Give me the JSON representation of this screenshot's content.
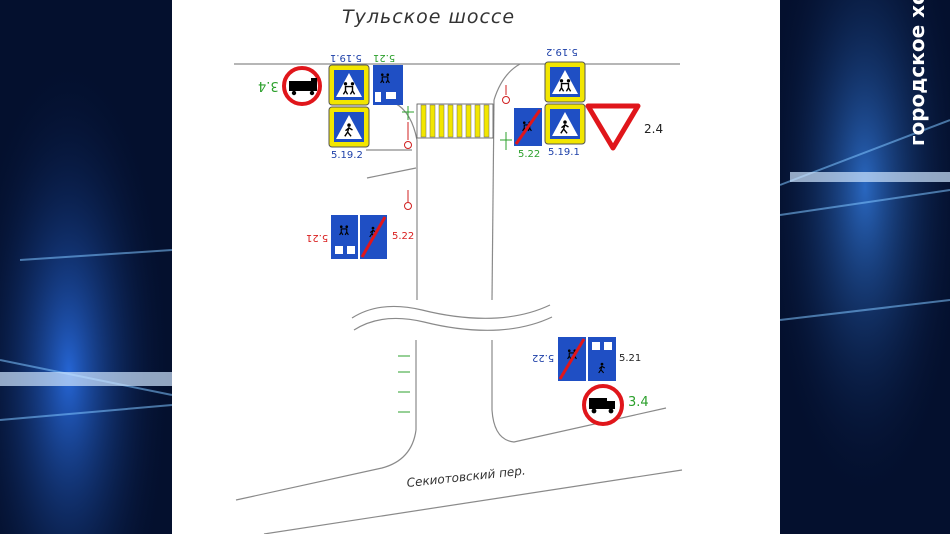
{
  "channel": {
    "name": "городское хозяйство Калуги"
  },
  "streets": {
    "top": "Тульское шоссе",
    "bottom": "Секиотовский пер."
  },
  "sign_labels": {
    "s5191_left": "5.19.1",
    "s521_left_top": "5.21",
    "s34_left": "3.4",
    "s5192_left": "5.19.2",
    "s5192_right": "5.19.2",
    "s5191_right": "5.19.1",
    "s522_right_top": "5.22",
    "s24": "2.4",
    "s521_mid": "5.21",
    "s522_mid": "5.22",
    "s522_lower": "5.22",
    "s521_lower": "5.21",
    "s34_lower": "3.4"
  },
  "colors": {
    "sign_blue": "#1f4fc4",
    "sign_yellow": "#f2e600",
    "sign_red": "#e0161b",
    "label_blue": "#1c3fa8",
    "label_red": "#d92020",
    "label_green": "#2ca02c",
    "crosswalk": "#f2e600",
    "background": "#04102e"
  }
}
